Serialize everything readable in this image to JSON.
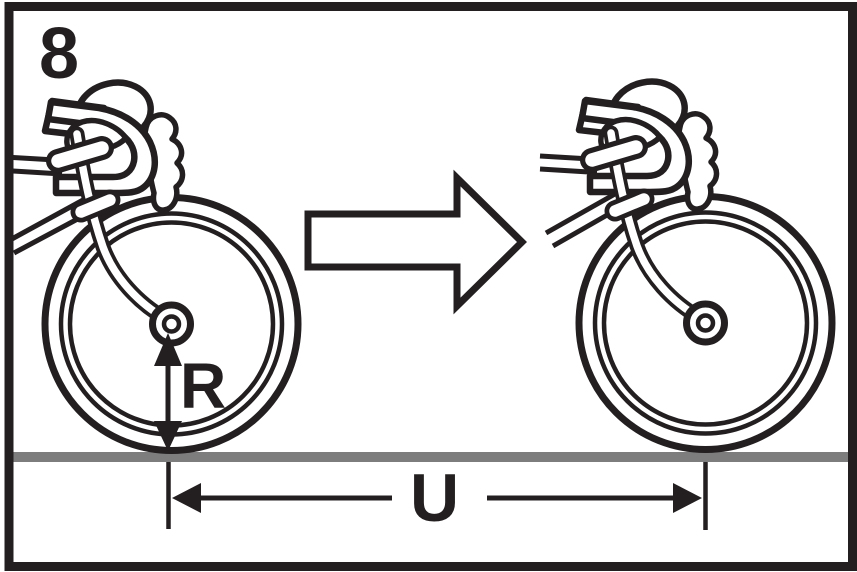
{
  "figure": {
    "number": "8",
    "labels": {
      "radius": "R",
      "distance": "U"
    },
    "colors": {
      "line": "#231f20",
      "ground": "#7d7d7d",
      "background": "#ffffff"
    }
  }
}
